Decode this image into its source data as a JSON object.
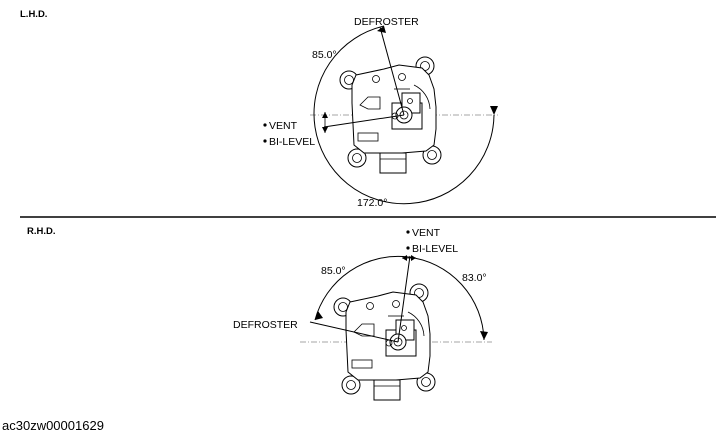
{
  "sections": {
    "lhd": {
      "title": "L.H.D.",
      "defroster_label": "DEFROSTER",
      "angle_upper": "85.0°",
      "vent_label": "VENT",
      "bilevel_label": "BI-LEVEL",
      "angle_lower": "172.0°"
    },
    "rhd": {
      "title": "R.H.D.",
      "vent_label": "VENT",
      "bilevel_label": "BI-LEVEL",
      "angle_left": "85.0°",
      "angle_right": "83.0°",
      "defroster_label": "DEFROSTER"
    }
  },
  "caption": "ac30zw00001629"
}
